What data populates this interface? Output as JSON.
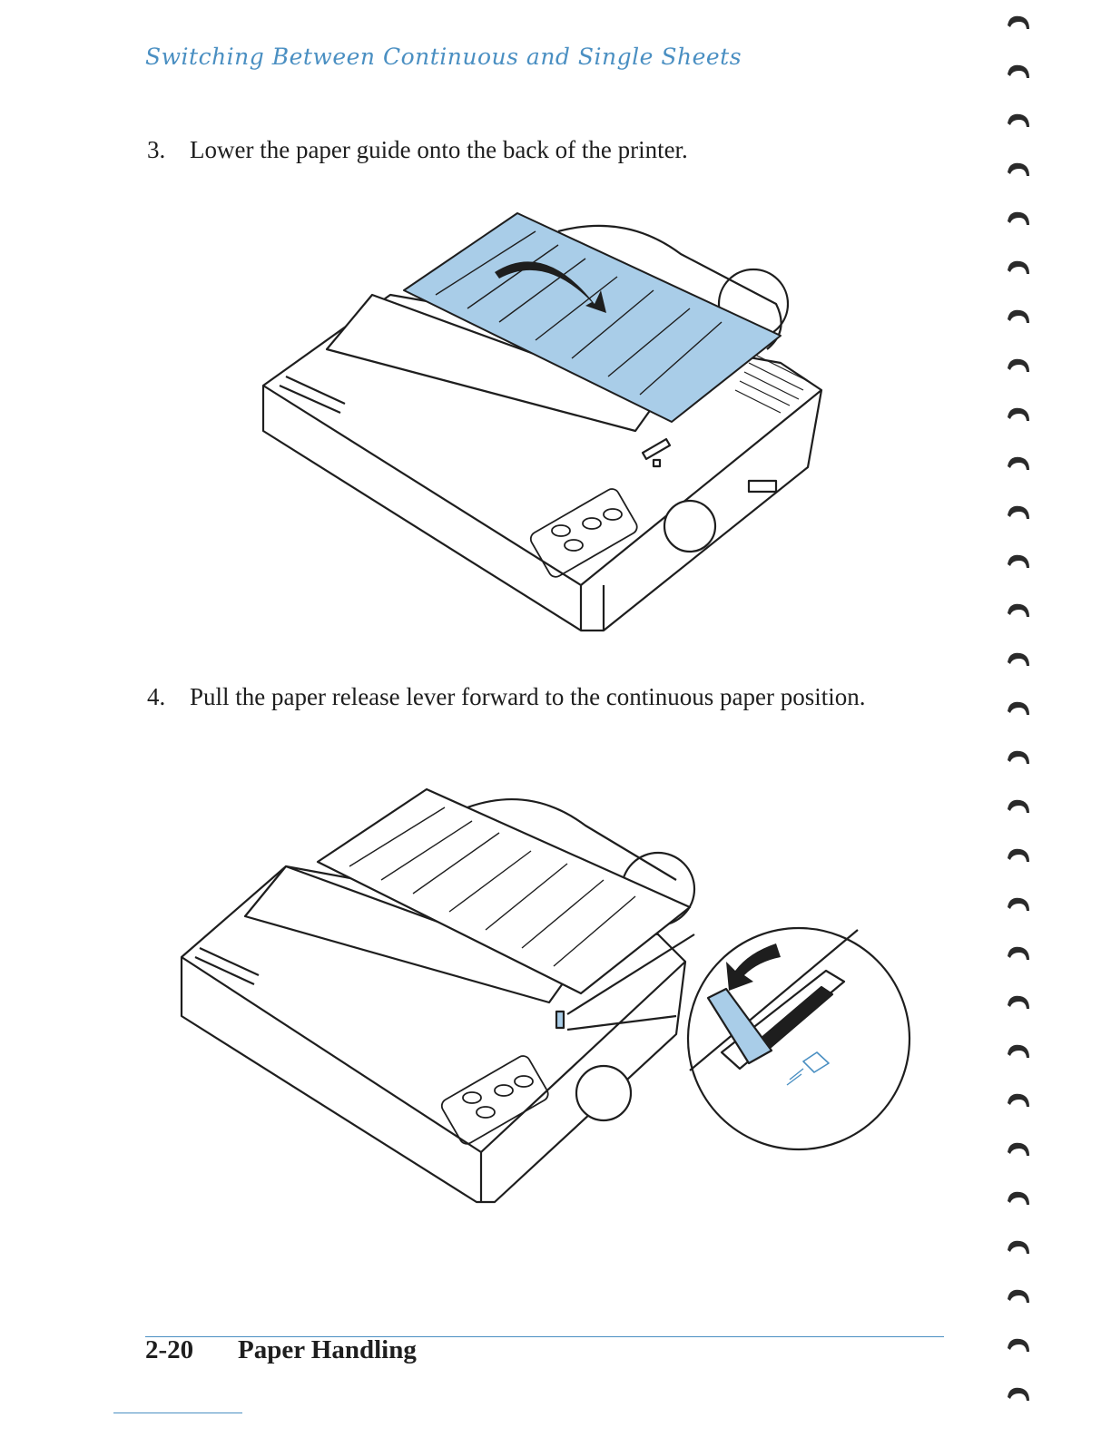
{
  "header": {
    "title": "Switching Between Continuous and Single Sheets"
  },
  "steps": [
    {
      "number": "3.",
      "text": "Lower the paper guide onto the back of the printer."
    },
    {
      "number": "4.",
      "text": "Pull the paper release lever forward to the continuous paper position."
    }
  ],
  "footer": {
    "page": "2-20",
    "section": "Paper Handling"
  },
  "colors": {
    "accent": "#4a8fc2",
    "highlight": "#a9cde8",
    "ink": "#1e1e1e"
  }
}
